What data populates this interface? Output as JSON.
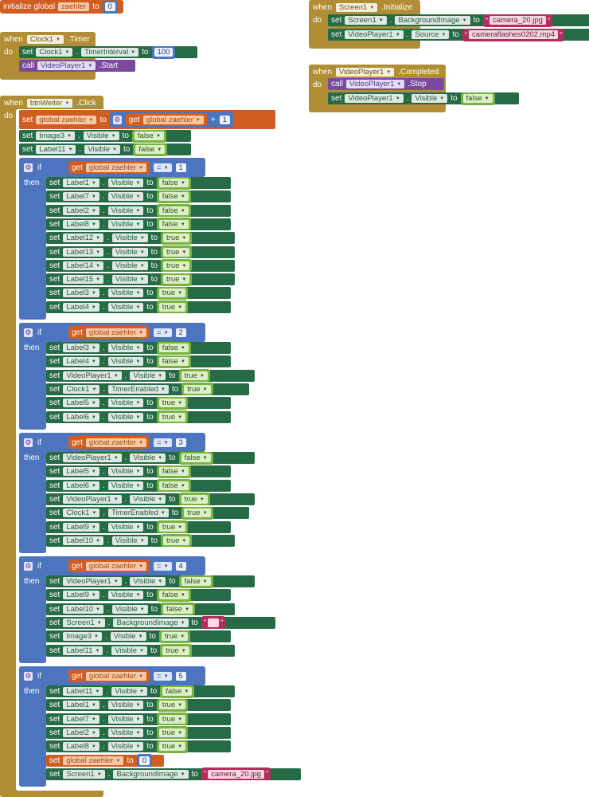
{
  "kw": {
    "initialize_global": "initialize global",
    "when": "when",
    "do": "do",
    "set": "set",
    "to": "to",
    "call": "call",
    "get": "get",
    "if": "if",
    "then": "then",
    "plus": "+",
    "eq": "=",
    "arrow": "▼",
    "quote": "\""
  },
  "blocks": {
    "init": {
      "var": "zaehler",
      "value": "0"
    },
    "timer": {
      "component": "Clock1",
      "event": ".Timer",
      "set_comp": "Clock1",
      "set_prop": "TimerInterval",
      "set_val": "100",
      "call_comp": "VideoPlayer1",
      "call_method": ".Start"
    },
    "screen_init": {
      "component": "Screen1",
      "event": ".Initialize",
      "r1_comp": "Screen1",
      "r1_prop": "BackgroundImage",
      "r1_val": "camera_20.jpg",
      "r2_comp": "VideoPlayer1",
      "r2_prop": "Source",
      "r2_val": "cameraflashes0202.mp4"
    },
    "vp_completed": {
      "component": "VideoPlayer1",
      "event": ".Completed",
      "call_comp": "VideoPlayer1",
      "call_method": ".Stop",
      "set_comp": "VideoPlayer1",
      "set_prop": "Visible",
      "set_val": "false"
    },
    "click": {
      "component": "btnWeiter",
      "event": ".Click",
      "var": "global zaehler",
      "get_var": "global zaehler",
      "plus_val": "1",
      "r1_comp": "Image3",
      "r1_prop": "Visible",
      "r1_val": "false",
      "r2_comp": "Label11",
      "r2_prop": "Visible",
      "r2_val": "false"
    },
    "ifs": [
      {
        "cmp": "1",
        "rows": [
          [
            "Label1",
            "Visible",
            "false"
          ],
          [
            "Label7",
            "Visible",
            "false"
          ],
          [
            "Label2",
            "Visible",
            "false"
          ],
          [
            "Label8",
            "Visible",
            "false"
          ],
          [
            "Label12",
            "Visible",
            "true"
          ],
          [
            "Label13",
            "Visible",
            "true"
          ],
          [
            "Label14",
            "Visible",
            "true"
          ],
          [
            "Label15",
            "Visible",
            "true"
          ],
          [
            "Label3",
            "Visible",
            "true"
          ],
          [
            "Label4",
            "Visible",
            "true"
          ]
        ]
      },
      {
        "cmp": "2",
        "rows": [
          [
            "Label3",
            "Visible",
            "false"
          ],
          [
            "Label4",
            "Visible",
            "false"
          ],
          [
            "VideoPlayer1",
            "Visible",
            "true"
          ],
          [
            "Clock1",
            "TimerEnabled",
            "true"
          ],
          [
            "Label5",
            "Visible",
            "true"
          ],
          [
            "Label6",
            "Visible",
            "true"
          ]
        ]
      },
      {
        "cmp": "3",
        "rows": [
          [
            "VideoPlayer1",
            "Visible",
            "false"
          ],
          [
            "Label5",
            "Visible",
            "false"
          ],
          [
            "Label6",
            "Visible",
            "false"
          ],
          [
            "VideoPlayer1",
            "Visible",
            "true"
          ],
          [
            "Clock1",
            "TimerEnabled",
            "true"
          ],
          [
            "Label9",
            "Visible",
            "true"
          ],
          [
            "Label10",
            "Visible",
            "true"
          ]
        ]
      },
      {
        "cmp": "4",
        "rows": [
          [
            "VideoPlayer1",
            "Visible",
            "false"
          ],
          [
            "Label9",
            "Visible",
            "false"
          ],
          [
            "Label10",
            "Visible",
            "false"
          ],
          [
            "Screen1",
            "BackgroundImage",
            ""
          ],
          [
            "Image3",
            "Visible",
            "true"
          ],
          [
            "Label11",
            "Visible",
            "true"
          ]
        ]
      },
      {
        "cmp": "5",
        "rows": [
          [
            "Label11",
            "Visible",
            "false"
          ],
          [
            "Label1",
            "Visible",
            "true"
          ],
          [
            "Label7",
            "Visible",
            "true"
          ],
          [
            "Label2",
            "Visible",
            "true"
          ],
          [
            "Label8",
            "Visible",
            "true"
          ]
        ],
        "var_set": {
          "var": "global zaehler",
          "val": "0"
        },
        "last": [
          "Screen1",
          "BackgroundImage",
          "camera_20.jpg"
        ]
      }
    ]
  },
  "colors": {
    "event": "#b18e35",
    "component": "#256b45",
    "variable": "#d05d22",
    "math": "#4c74bf",
    "logic": "#78b341",
    "text": "#b32d5e",
    "procedure": "#7a4b9d"
  }
}
